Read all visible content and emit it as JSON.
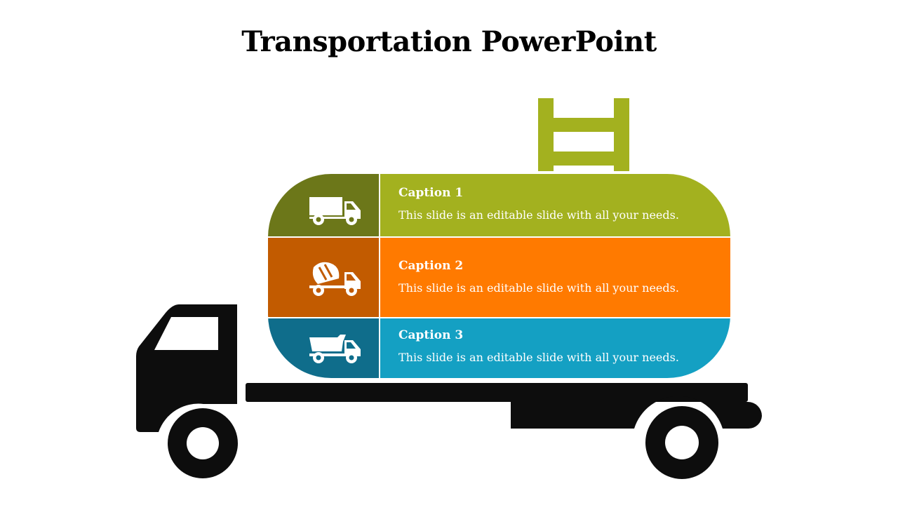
{
  "slide": {
    "title": "Transportation PowerPoint"
  },
  "captions": [
    {
      "title": "Caption 1",
      "text": "This slide is an editable slide with all your needs.",
      "icon": "box-truck-icon",
      "dark_color": "#6c7719",
      "light_color": "#a3b11f"
    },
    {
      "title": "Caption 2",
      "text": "This slide is an editable slide with all your needs.",
      "icon": "cement-mixer-truck-icon",
      "dark_color": "#c25b00",
      "light_color": "#ff7a00"
    },
    {
      "title": "Caption 3",
      "text": "This slide is an editable slide with all your needs.",
      "icon": "dump-truck-icon",
      "dark_color": "#0f6d8b",
      "light_color": "#14a0c3"
    }
  ],
  "illustration": {
    "vehicle": "flatbed-truck",
    "truck_color": "#0d0d0d",
    "ladder_color": "#a3b11f"
  }
}
